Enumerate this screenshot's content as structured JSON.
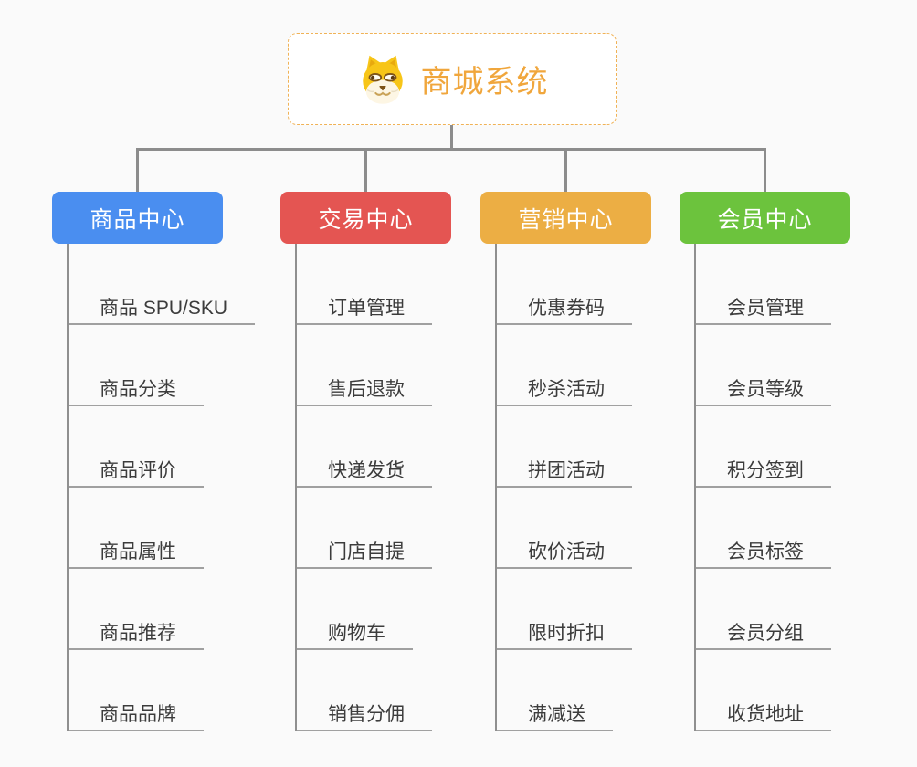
{
  "page": {
    "background": "#fafafa",
    "connector_color": "#8c8c8c"
  },
  "root": {
    "title": "商城系统",
    "icon": "dog-face-icon",
    "text_color": "#f0a63c",
    "border_color": "#f0b256"
  },
  "branches": [
    {
      "label": "商品中心",
      "color": "#4a8ef0",
      "children": [
        "商品 SPU/SKU",
        "商品分类",
        "商品评价",
        "商品属性",
        "商品推荐",
        "商品品牌"
      ]
    },
    {
      "label": "交易中心",
      "color": "#e45552",
      "children": [
        "订单管理",
        "售后退款",
        "快递发货",
        "门店自提",
        "购物车",
        "销售分佣"
      ]
    },
    {
      "label": "营销中心",
      "color": "#ecae44",
      "children": [
        "优惠券码",
        "秒杀活动",
        "拼团活动",
        "砍价活动",
        "限时折扣",
        "满减送"
      ]
    },
    {
      "label": "会员中心",
      "color": "#6cc33d",
      "children": [
        "会员管理",
        "会员等级",
        "积分签到",
        "会员标签",
        "会员分组",
        "收货地址"
      ]
    }
  ]
}
